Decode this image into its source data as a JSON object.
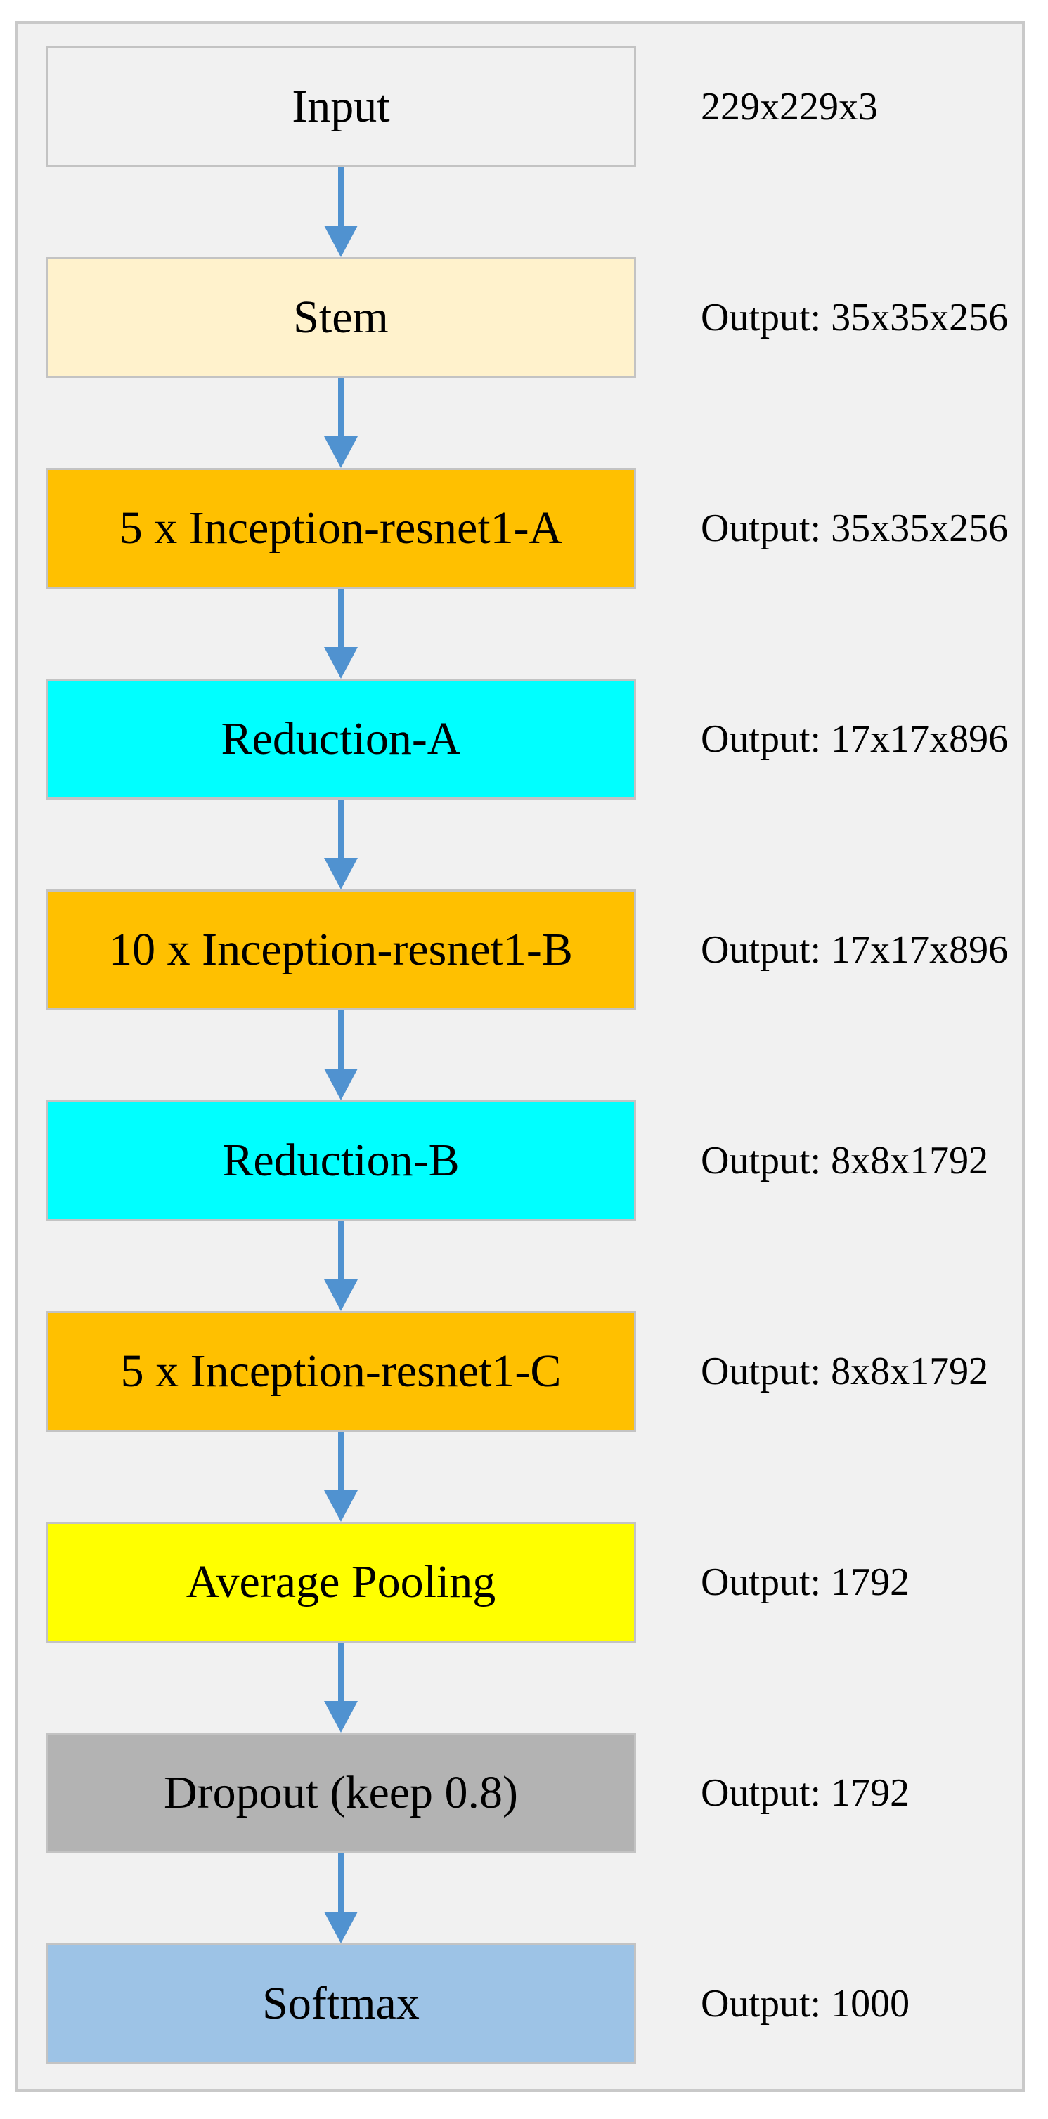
{
  "diagram": {
    "description": "Inception-ResNet-v1 network architecture flowchart",
    "background_color": "#F1F1F1",
    "frame_border_color": "#C9C9C9",
    "node_border_color": "#C3C3C3",
    "text_color": "#000000"
  },
  "flow": {
    "arrow_color": "#5092D0",
    "arrow_count": 9
  },
  "nodes": [
    {
      "label": "Input",
      "annotation": "229x229x3",
      "fill": "#F1F1F1"
    },
    {
      "label": "Stem",
      "annotation": "Output: 35x35x256",
      "fill": "#FFF2CC"
    },
    {
      "label": "5 x Inception-resnet1-A",
      "annotation": "Output: 35x35x256",
      "fill": "#FFC000"
    },
    {
      "label": "Reduction-A",
      "annotation": "Output: 17x17x896",
      "fill": "#00FFFF"
    },
    {
      "label": "10 x Inception-resnet1-B",
      "annotation": "Output: 17x17x896",
      "fill": "#FFC000"
    },
    {
      "label": "Reduction-B",
      "annotation": "Output: 8x8x1792",
      "fill": "#00FFFF"
    },
    {
      "label": "5 x Inception-resnet1-C",
      "annotation": "Output: 8x8x1792",
      "fill": "#FFC000"
    },
    {
      "label": "Average Pooling",
      "annotation": "Output: 1792",
      "fill": "#FFFF00"
    },
    {
      "label": "Dropout (keep 0.8)",
      "annotation": "Output: 1792",
      "fill": "#B3B3B3"
    },
    {
      "label": "Softmax",
      "annotation": "Output: 1000",
      "fill": "#9DC3E6"
    }
  ]
}
